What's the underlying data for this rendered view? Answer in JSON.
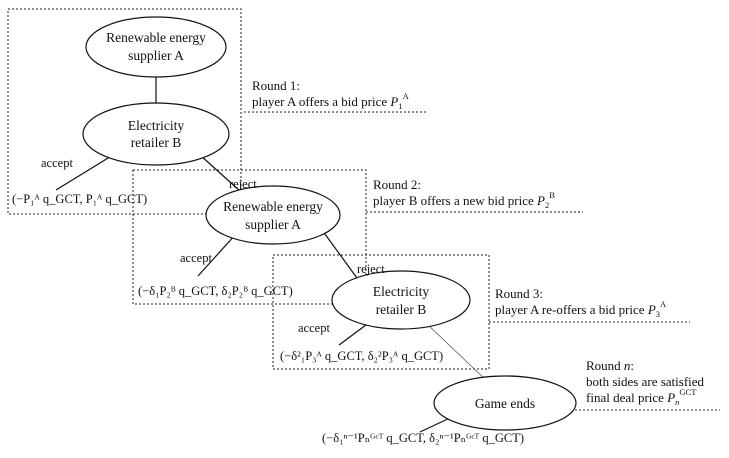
{
  "nodes": {
    "supplier_a_top": {
      "line1": "Renewable energy",
      "line2": "supplier A"
    },
    "retailer_b_top": {
      "line1": "Electricity",
      "line2": "retailer B"
    },
    "supplier_a_mid": {
      "line1": "Renewable energy",
      "line2": "supplier A"
    },
    "retailer_b_mid": {
      "line1": "Electricity",
      "line2": "retailer B"
    },
    "game_ends": {
      "label": "Game ends"
    }
  },
  "edges": {
    "accept_1": "accept",
    "reject_1": "reject",
    "accept_2": "accept",
    "reject_2": "reject",
    "accept_3": "accept"
  },
  "rounds": {
    "round1": {
      "title": "Round 1:",
      "text": "player A offers a bid price ",
      "price": "P",
      "price_sub": "1",
      "price_sup": "A"
    },
    "round2": {
      "title": "Round 2:",
      "text": "player B offers a new bid price ",
      "price": "P",
      "price_sub": "2",
      "price_sup": "B"
    },
    "round3": {
      "title": "Round 3:",
      "text": "player A re-offers a bid price ",
      "price": "P",
      "price_sub": "3",
      "price_sup": "A"
    },
    "roundn": {
      "title_prefix": "Round ",
      "title_var": "n",
      "title_suffix": ":",
      "line2": "both sides are satisfied",
      "line3": "final deal price ",
      "price": "P",
      "price_sub": "n",
      "price_sup": "GCT"
    }
  },
  "payoffs": {
    "p1": "(−P₁ᴬ q_GCT, P₁ᴬ q_GCT)",
    "p2": "(−δ₁P₂ᴮ q_GCT, δ₂P₂ᴮ q_GCT)",
    "p3": "(−δ²₁P₃ᴬ q_GCT, δ₂²P₃ᴬ q_GCT)",
    "pn": "(−δ₁ⁿ⁻¹Pₙᴳᶜᵀ q_GCT, δ₂ⁿ⁻¹Pₙᴳᶜᵀ q_GCT)"
  }
}
